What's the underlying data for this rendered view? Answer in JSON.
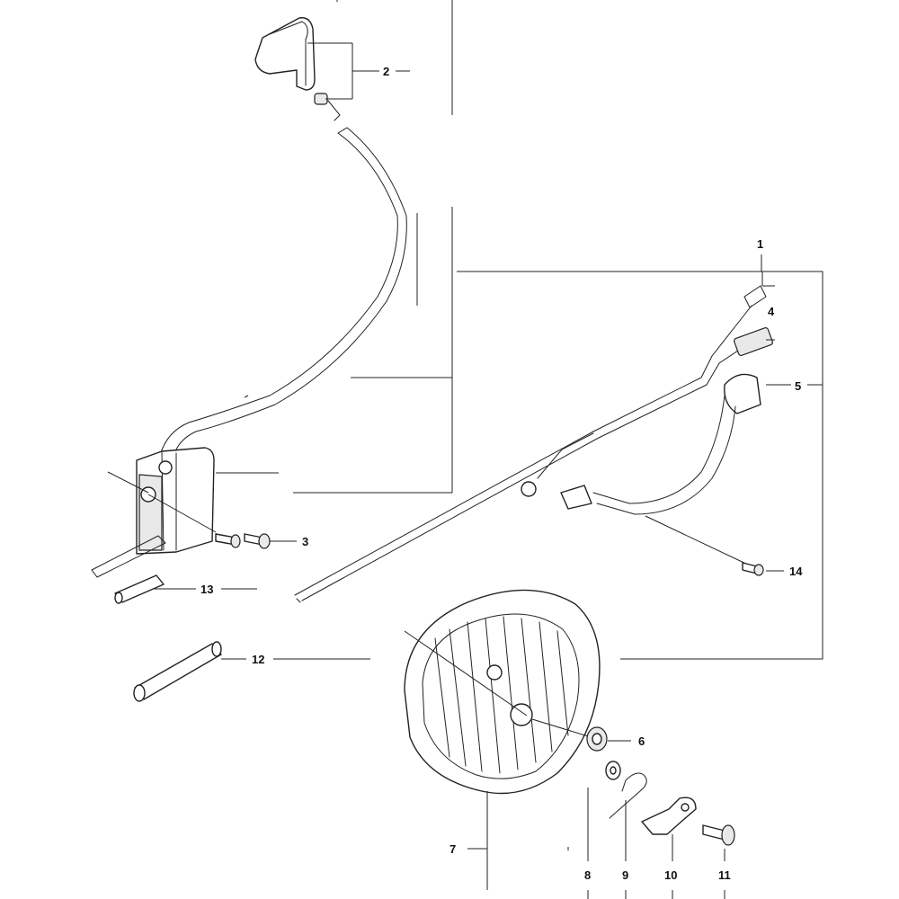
{
  "callouts": {
    "c1": "1",
    "c2": "2",
    "c3": "3",
    "c4": "4",
    "c5": "5",
    "c6": "6",
    "c7": "7",
    "c8": "8",
    "c9": "9",
    "c10": "10",
    "c11": "11",
    "c12": "12",
    "c13": "13",
    "c14": "14"
  },
  "icons": {
    "ignition_coil": "ignition-coil-icon",
    "spark_plug_cap": "spark-plug-cap-icon",
    "flywheel": "flywheel-icon",
    "wire_harness": "wire-harness-icon"
  }
}
